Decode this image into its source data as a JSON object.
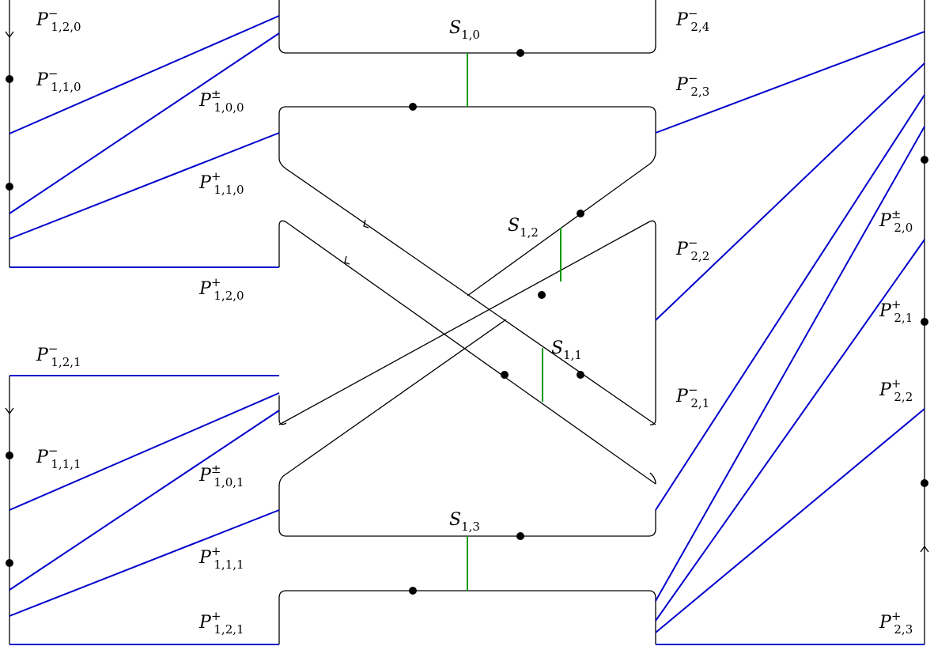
{
  "colors": {
    "strand": "#0000cc",
    "connector": "#009900",
    "outline": "#000000"
  },
  "labels": {
    "s10": {
      "main": "S",
      "sub": "1,0",
      "sup": ""
    },
    "s11": {
      "main": "S",
      "sub": "1,1",
      "sup": ""
    },
    "s12": {
      "main": "S",
      "sub": "1,2",
      "sup": ""
    },
    "s13": {
      "main": "S",
      "sub": "1,3",
      "sup": ""
    },
    "p120m": {
      "main": "P",
      "sub": "1,2,0",
      "sup": "−"
    },
    "p110m": {
      "main": "P",
      "sub": "1,1,0",
      "sup": "−"
    },
    "p100pm": {
      "main": "P",
      "sub": "1,0,0",
      "sup": "±"
    },
    "p110p": {
      "main": "P",
      "sub": "1,1,0",
      "sup": "+"
    },
    "p120p": {
      "main": "P",
      "sub": "1,2,0",
      "sup": "+"
    },
    "p121m": {
      "main": "P",
      "sub": "1,2,1",
      "sup": "−"
    },
    "p111m": {
      "main": "P",
      "sub": "1,1,1",
      "sup": "−"
    },
    "p101pm": {
      "main": "P",
      "sub": "1,0,1",
      "sup": "±"
    },
    "p111p": {
      "main": "P",
      "sub": "1,1,1",
      "sup": "+"
    },
    "p121p": {
      "main": "P",
      "sub": "1,2,1",
      "sup": "+"
    },
    "p24m": {
      "main": "P",
      "sub": "2,4",
      "sup": "−"
    },
    "p23m": {
      "main": "P",
      "sub": "2,3",
      "sup": "−"
    },
    "p22m": {
      "main": "P",
      "sub": "2,2",
      "sup": "−"
    },
    "p21m": {
      "main": "P",
      "sub": "2,1",
      "sup": "−"
    },
    "p20pm": {
      "main": "P",
      "sub": "2,0",
      "sup": "±"
    },
    "p21p": {
      "main": "P",
      "sub": "2,1",
      "sup": "+"
    },
    "p22p": {
      "main": "P",
      "sub": "2,2",
      "sup": "+"
    },
    "p23p": {
      "main": "P",
      "sub": "2,3",
      "sup": "+"
    }
  }
}
